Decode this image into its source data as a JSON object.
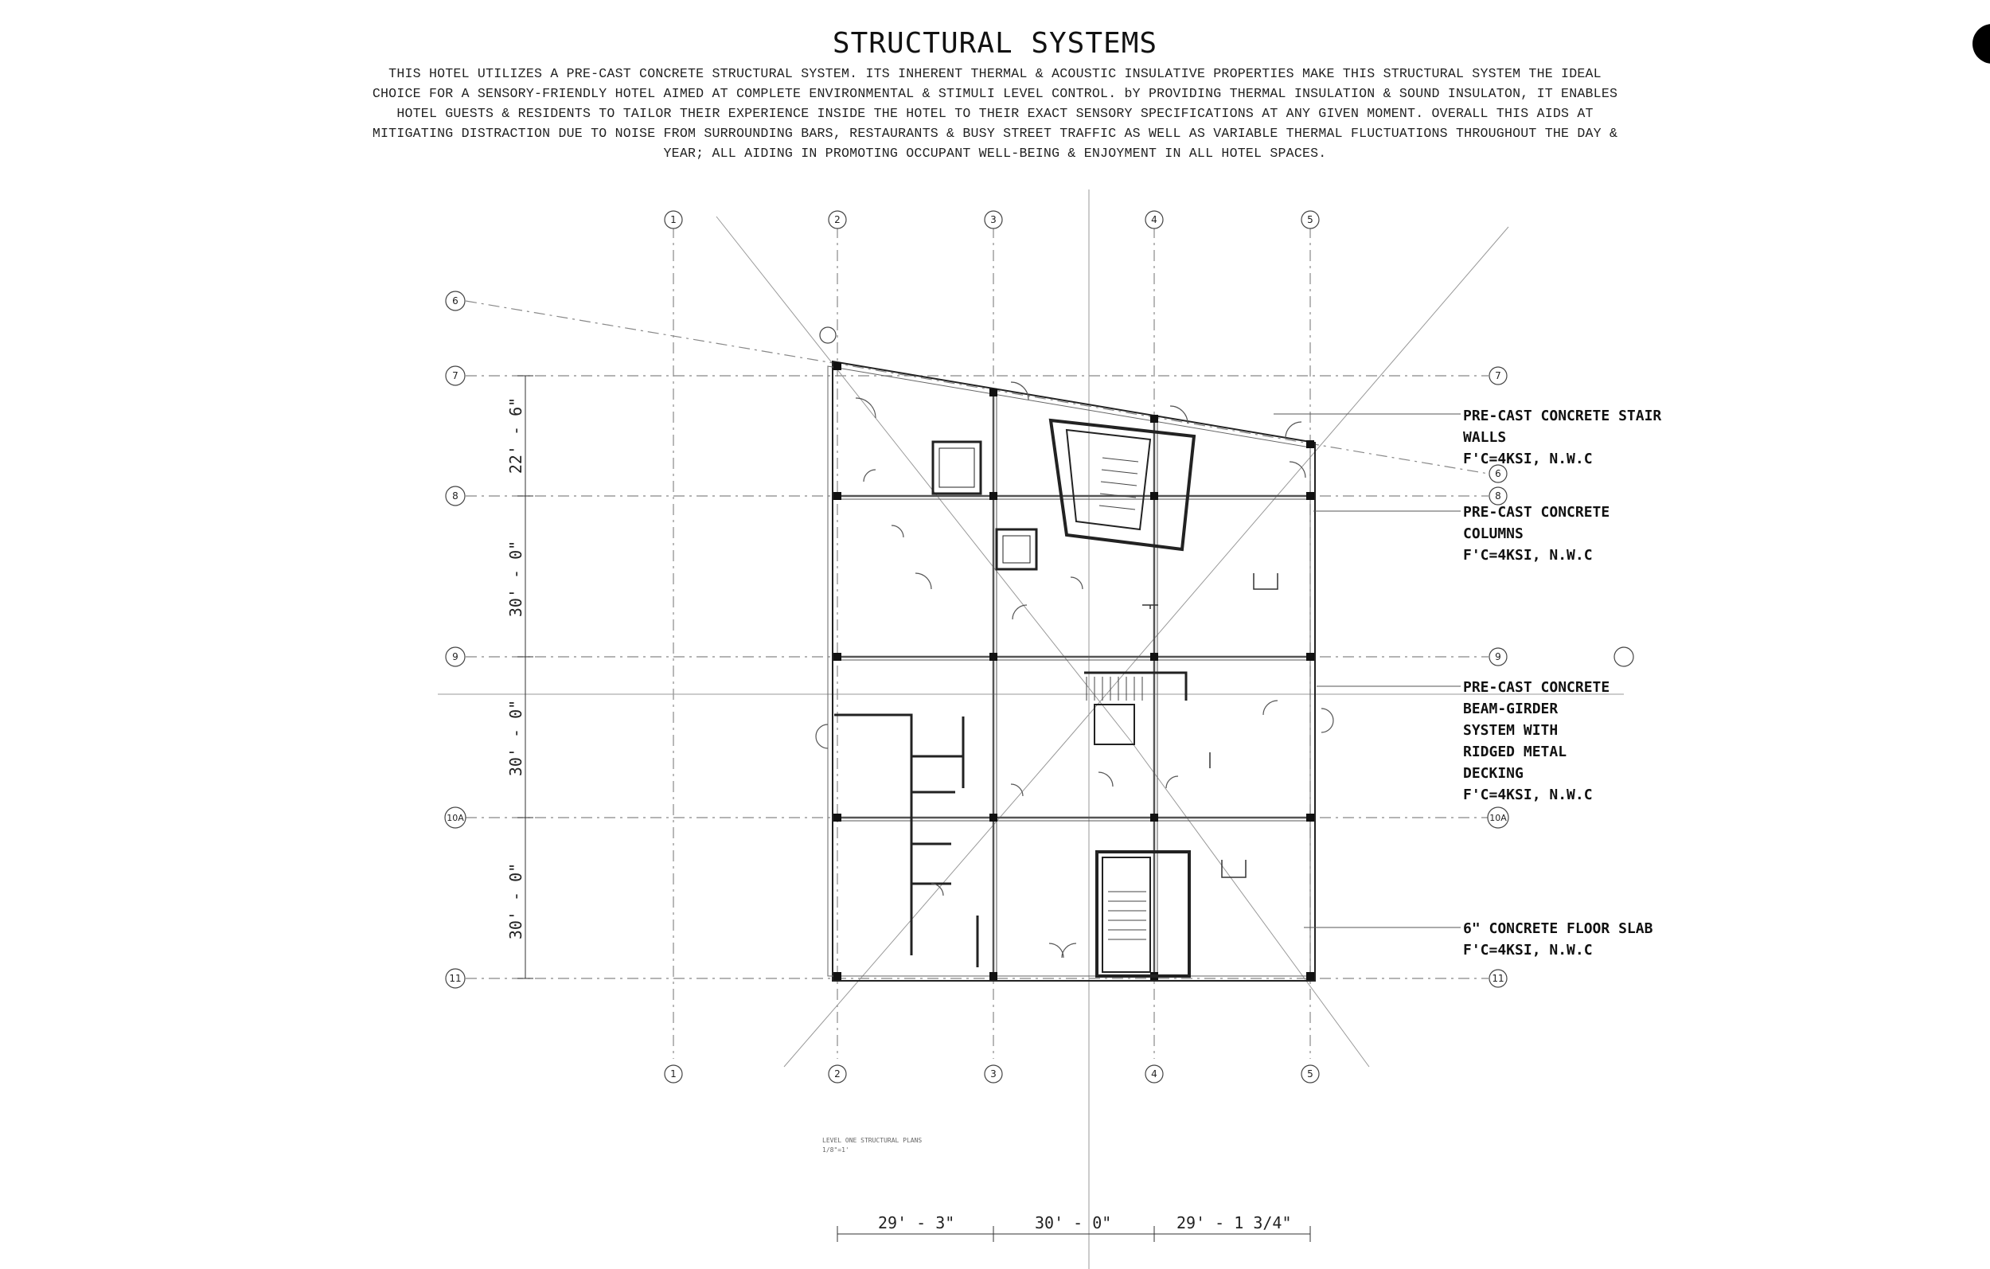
{
  "title": "STRUCTURAL SYSTEMS",
  "description": [
    "THIS HOTEL UTILIZES A PRE-CAST CONCRETE STRUCTURAL SYSTEM. ITS INHERENT THERMAL & ACOUSTIC INSULATIVE PROPERTIES MAKE THIS STRUCTURAL SYSTEM THE IDEAL",
    "CHOICE FOR A SENSORY-FRIENDLY HOTEL AIMED AT COMPLETE ENVIRONMENTAL & STIMULI LEVEL CONTROL. bY PROVIDING THERMAL INSULATION & SOUND INSULATON, IT ENABLES",
    "HOTEL GUESTS & RESIDENTS TO TAILOR THEIR EXPERIENCE INSIDE THE HOTEL TO THEIR EXACT SENSORY SPECIFICATIONS AT ANY GIVEN MOMENT. OVERALL THIS AIDS AT",
    "MITIGATING DISTRACTION DUE TO NOISE FROM SURROUNDING BARS, RESTAURANTS & BUSY STREET TRAFFIC AS WELL AS VARIABLE THERMAL FLUCTUATIONS THROUGHOUT THE DAY &",
    "YEAR; ALL AIDING IN PROMOTING OCCUPANT WELL-BEING & ENJOYMENT IN ALL HOTEL SPACES."
  ],
  "grid": {
    "columns": [
      "1",
      "2",
      "3",
      "4",
      "5"
    ],
    "rows": [
      "6",
      "7",
      "8",
      "9",
      "10A",
      "11"
    ]
  },
  "dimensions": {
    "vertical": [
      "22' - 6\"",
      "30' - 0\"",
      "30' - 0\"",
      "30' - 0\""
    ],
    "horizontal": [
      "29' - 3\"",
      "30' - 0\"",
      "29' - 1 3/4\""
    ]
  },
  "annotations": [
    {
      "text": "PRE-CAST CONCRETE STAIR\nWALLS\nF'C=4KSI, N.W.C"
    },
    {
      "text": "PRE-CAST CONCRETE\nCOLUMNS\nF'C=4KSI, N.W.C"
    },
    {
      "text": "PRE-CAST CONCRETE\nBEAM-GIRDER\nSYSTEM WITH\nRIDGED METAL\nDECKING\nF'C=4KSI, N.W.C"
    },
    {
      "text": "6\" CONCRETE FLOOR SLAB\nF'C=4KSI, N.W.C"
    }
  ],
  "caption": {
    "line1": "LEVEL ONE STRUCTURAL PLANS",
    "line2": "1/8\"=1'"
  }
}
